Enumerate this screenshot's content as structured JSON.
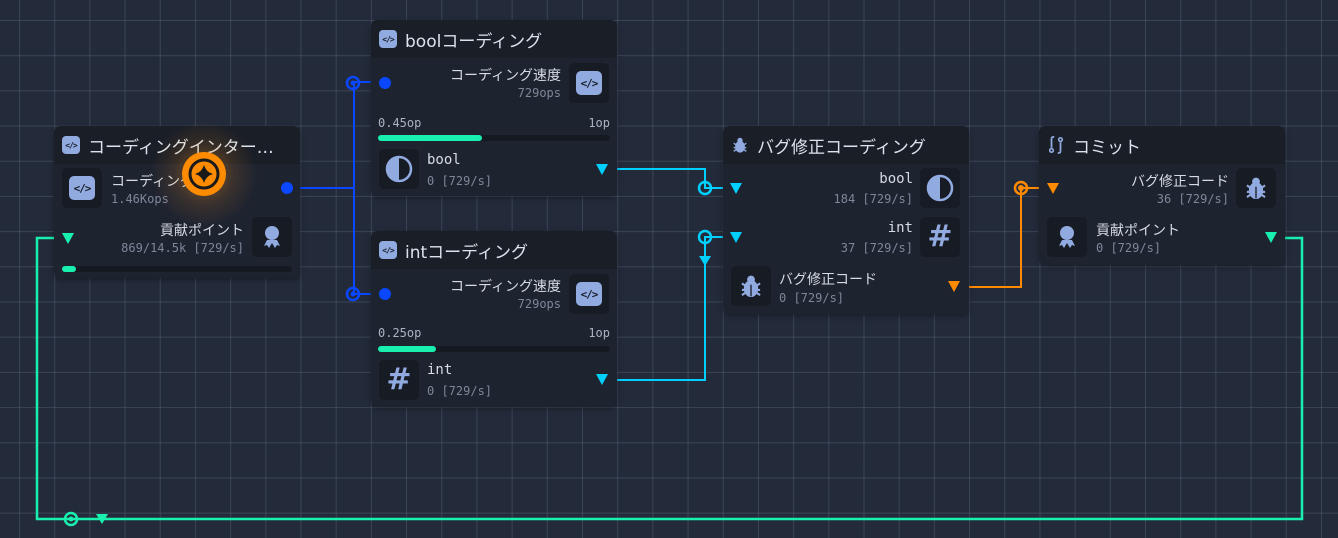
{
  "colors": {
    "background": "#232b3b",
    "node_body": "#1e2330",
    "node_header": "#1a1e27",
    "icon_accent": "#91aae0",
    "wire_blue": "#0a47ff",
    "wire_cyan": "#00d0ff",
    "wire_green": "#19f0b0",
    "wire_orange": "#ff8a00"
  },
  "icons": {
    "code": "</>",
    "hash": "#"
  },
  "nodes": {
    "coding_interface": {
      "title": "コーディングインター…",
      "output": {
        "label": "コーディング速度",
        "value": "1.46Kops"
      },
      "input": {
        "label": "貢献ポイント",
        "value": "869/14.5k [729/s]"
      },
      "progress": 0.06
    },
    "bool_coding": {
      "title": "boolコーディング",
      "input": {
        "label": "コーディング速度",
        "value": "729ops"
      },
      "progress_left": "0.45op",
      "progress_right": "1op",
      "progress": 0.45,
      "output": {
        "label": "bool",
        "value": "0 [729/s]"
      }
    },
    "int_coding": {
      "title": "intコーディング",
      "input": {
        "label": "コーディング速度",
        "value": "729ops"
      },
      "progress_left": "0.25op",
      "progress_right": "1op",
      "progress": 0.25,
      "output": {
        "label": "int",
        "value": "0 [729/s]"
      }
    },
    "bugfix_coding": {
      "title": "バグ修正コーディング",
      "inputs": [
        {
          "label": "bool",
          "value": "184 [729/s]"
        },
        {
          "label": "int",
          "value": "37 [729/s]"
        }
      ],
      "output": {
        "label": "バグ修正コード",
        "value": "0 [729/s]"
      }
    },
    "commit": {
      "title": "コミット",
      "input": {
        "label": "バグ修正コード",
        "value": "36 [729/s]"
      },
      "output": {
        "label": "貢献ポイント",
        "value": "0 [729/s]"
      }
    }
  }
}
